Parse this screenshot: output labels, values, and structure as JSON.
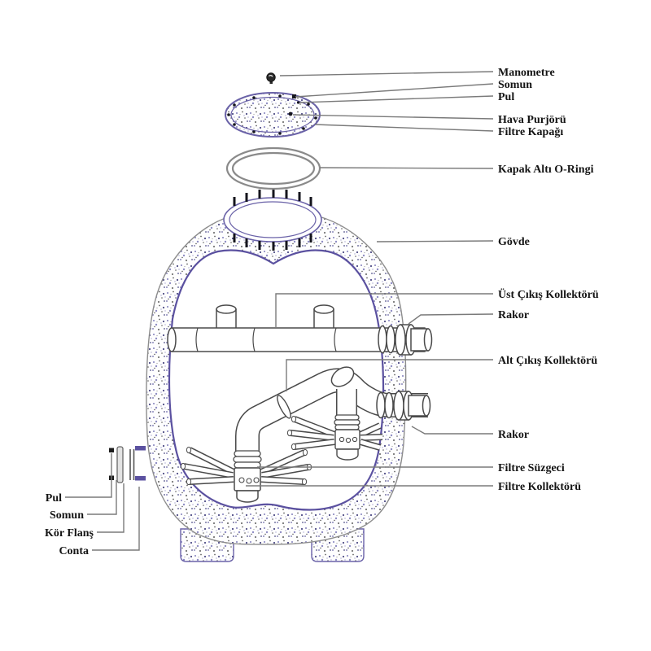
{
  "labels": {
    "right": [
      "Manometre",
      "Somun",
      "Pul",
      "Hava Purjörü",
      "Filtre Kapağı",
      "Kapak Altı O-Ringi",
      "Gövde",
      "Üst Çıkış Kollektörü",
      "Rakor",
      "Alt Çıkış Kollektörü",
      "Rakor",
      "Filtre Süzgeci",
      "Filtre Kollektörü"
    ],
    "left": [
      "Pul",
      "Somun",
      "Kör Flanş",
      "Conta"
    ]
  },
  "colors": {
    "outline": "#4a4a4a",
    "tank_inner_line": "#5b51a0",
    "lid_rim": "#6a62a8",
    "o_ring": "#8a8a8a",
    "leader_line": "#7a7a7a",
    "label_text": "#141414",
    "stipple_blue": "#8280bc",
    "stipple_gray": "#666666",
    "background": "#ffffff"
  }
}
